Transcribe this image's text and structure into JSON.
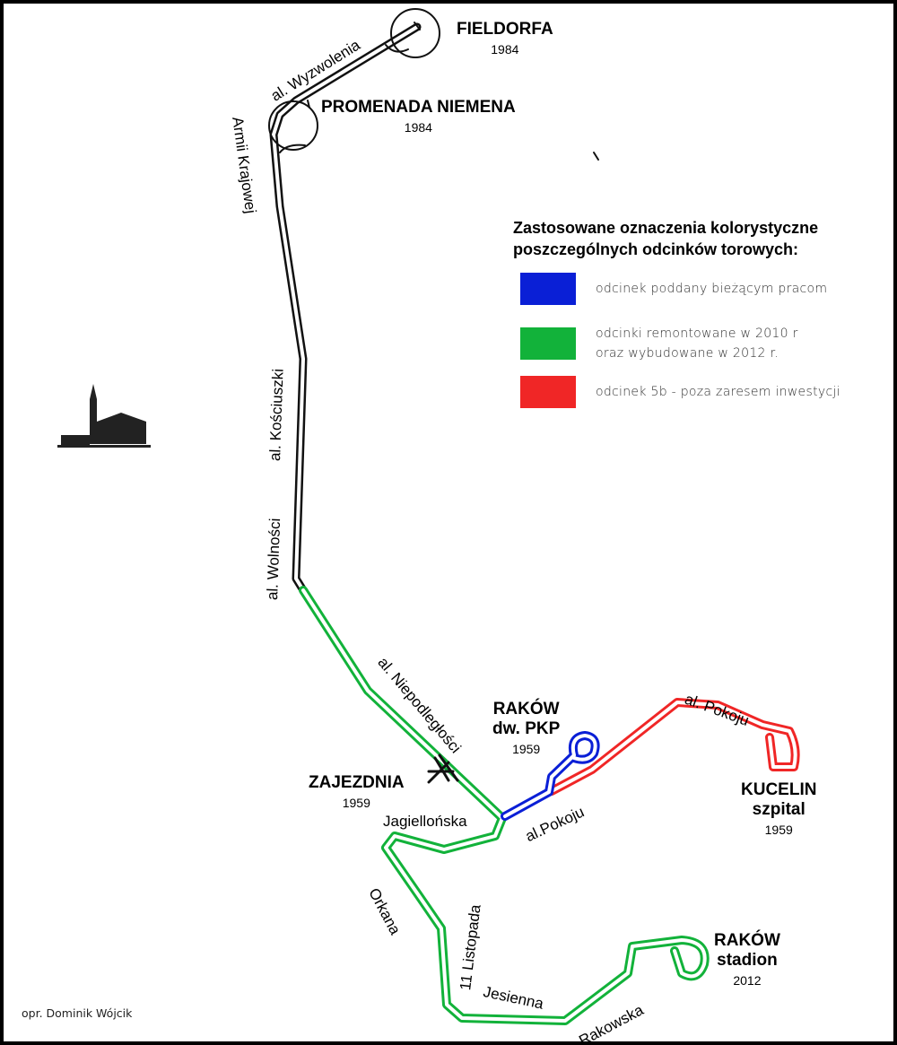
{
  "stops": {
    "fieldorfa": {
      "name": "FIELDORFA",
      "year": "1984"
    },
    "promenada": {
      "name": "PROMENADA NIEMENA",
      "year": "1984"
    },
    "rakow_pkp": {
      "name1": "RAKÓW",
      "name2": "dw. PKP",
      "year": "1959"
    },
    "zajezdnia": {
      "name": "ZAJEZDNIA",
      "year": "1959"
    },
    "kucelin": {
      "name1": "KUCELIN",
      "name2": "szpital",
      "year": "1959"
    },
    "rakow_stadion": {
      "name1": "RAKÓW",
      "name2": "stadion",
      "year": "2012"
    }
  },
  "streets": {
    "wyzwolenia": "al. Wyzwolenia",
    "armii": "Armii Krajowej",
    "kosciuszki": "al. Kościuszki",
    "wolnosci": "al. Wolności",
    "niepodleglosci": "al. Niepodległości",
    "jagiellonska": "Jagiellońska",
    "pokoju1": "al.Pokoju",
    "pokoju2": "al. Pokoju",
    "orkana": "Orkana",
    "listopada": "11 Listopada",
    "jesienna": "Jesienna",
    "rakowska": "Rakowska"
  },
  "legend": {
    "title1": "Zastosowane oznaczenia kolorystyczne",
    "title2": "poszczególnych odcinków torowych:",
    "items": [
      {
        "color": "#0a1fd6",
        "line1": "odcinek poddany bieżącym pracom",
        "line2": ""
      },
      {
        "color": "#12b23a",
        "line1": "odcinki remontowane w 2010 r",
        "line2": "oraz wybudowane w 2012 r."
      },
      {
        "color": "#f02626",
        "line1": "odcinek 5b - poza zaresem inwestycji",
        "line2": ""
      }
    ]
  },
  "colors": {
    "black": "#111111",
    "green": "#12b23a",
    "blue": "#0a1fd6",
    "red": "#f02626"
  },
  "credit": "opr. Dominik Wójcik"
}
